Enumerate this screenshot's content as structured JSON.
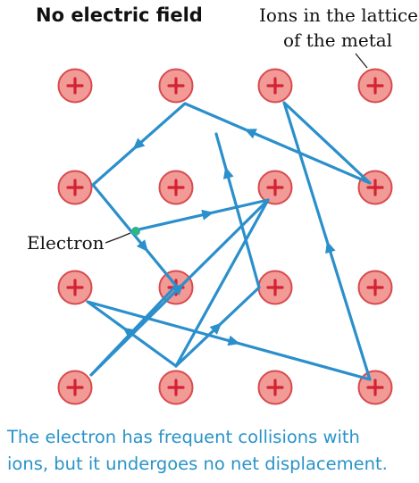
{
  "title": "No electric field",
  "lattice_label": {
    "line1": "Ions in the lattice",
    "line2": "of the metal"
  },
  "electron_label": "Electron",
  "caption": {
    "line1": "The electron has frequent collisions with",
    "line2": "ions, but it undergoes no net displacement."
  },
  "ion_symbol": "+",
  "ion_grid": {
    "rows": 4,
    "columns": 4
  },
  "colors": {
    "ion_fill": "#f29a95",
    "ion_sign": "#d32334",
    "electron_path": "#2b8fcb",
    "electron": "#2fb48c",
    "caption_text": "#2a93c9"
  }
}
